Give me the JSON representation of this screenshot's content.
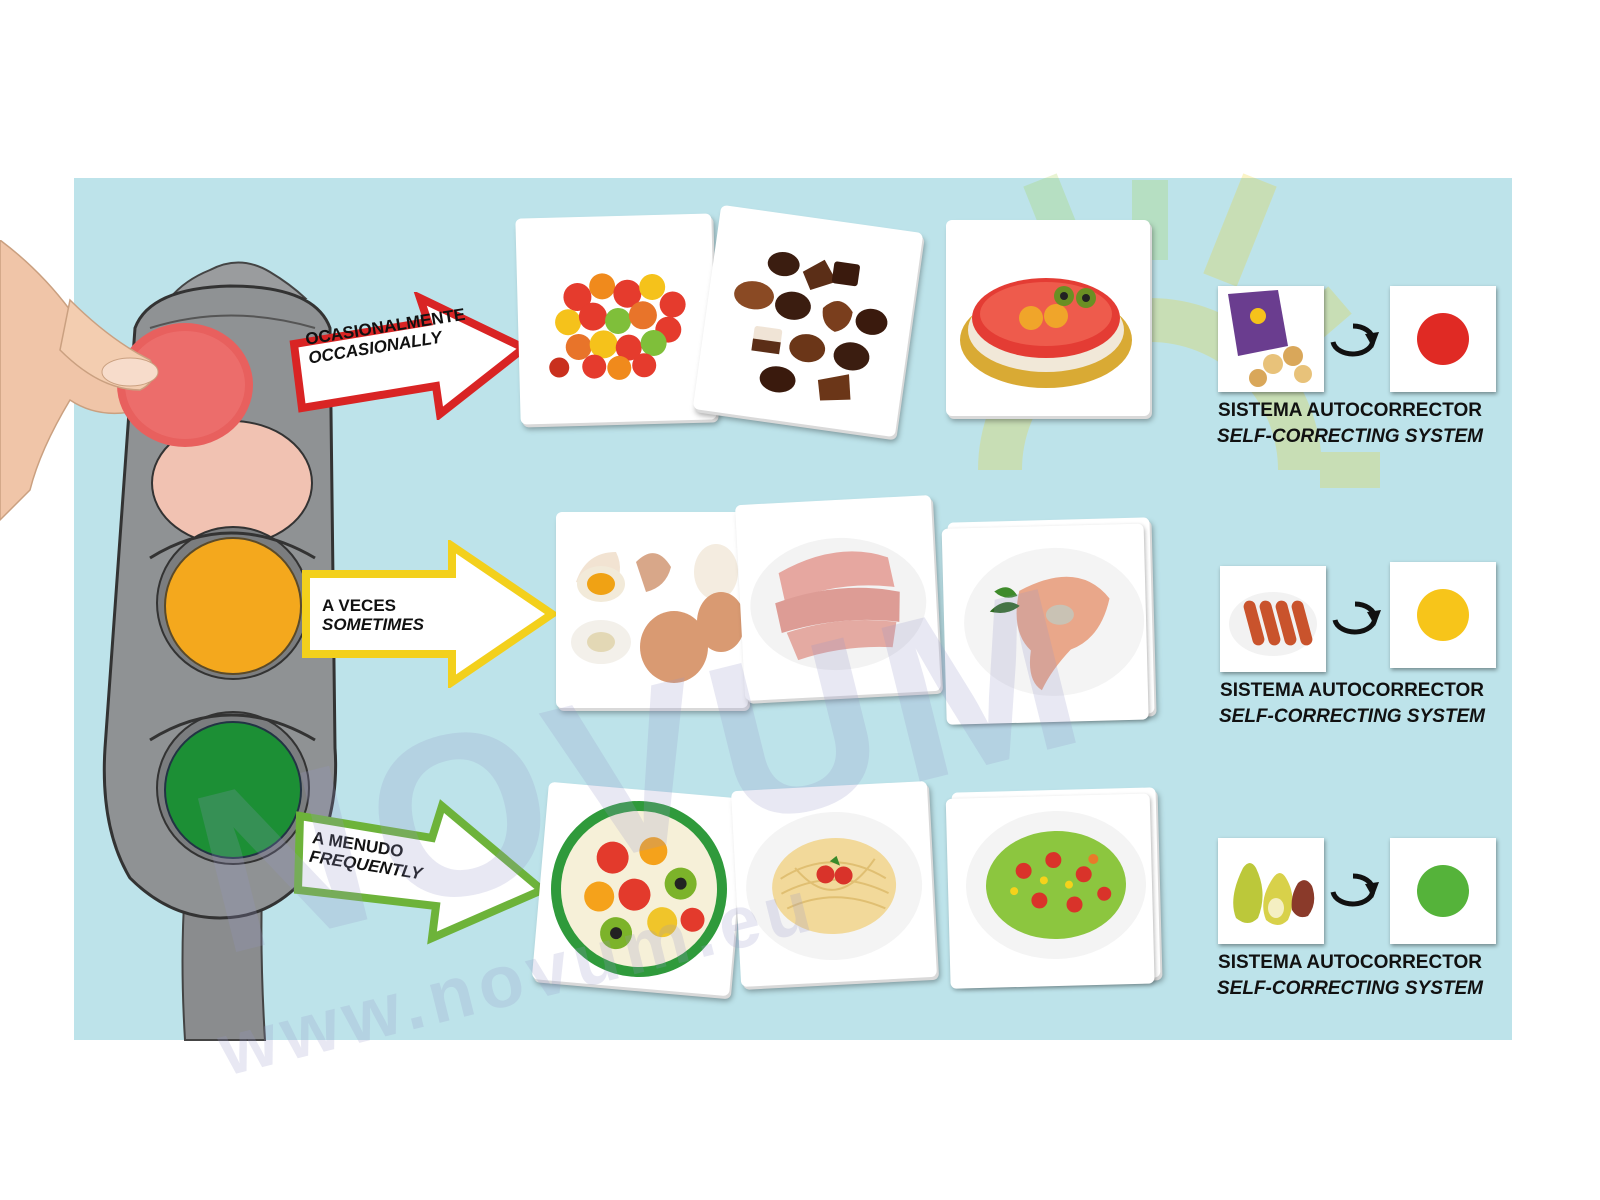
{
  "colors": {
    "board": "#bde3ea",
    "red": "#e02a24",
    "yellow": "#f7c51a",
    "green": "#55b33a",
    "arrow_red": "#d92424",
    "arrow_yellow": "#f3d01c",
    "arrow_green": "#6db33a",
    "traffic_light_body": "#8f9294"
  },
  "rows": [
    {
      "id": "occasionally",
      "label_es": "OCASIONALMENTE",
      "label_en": "OCCASIONALLY",
      "arrow_color": "#d92424",
      "light_color": "#e02a24",
      "foods": [
        "gummy-candies",
        "chocolates",
        "fruit-tart"
      ],
      "check_food": "chips-bag",
      "self_label_es": "SISTEMA AUTOCORRECTOR",
      "self_label_en": "SELF-CORRECTING SYSTEM"
    },
    {
      "id": "sometimes",
      "label_es": "A VECES",
      "label_en": "SOMETIMES",
      "arrow_color": "#f3d01c",
      "light_color": "#f7c51a",
      "foods": [
        "eggs",
        "ham",
        "salmon-steak"
      ],
      "check_food": "sausages",
      "self_label_es": "SISTEMA AUTOCORRECTOR",
      "self_label_en": "SELF-CORRECTING SYSTEM"
    },
    {
      "id": "frequently",
      "label_es": "A MENUDO",
      "label_en": "FREQUENTLY",
      "arrow_color": "#6db33a",
      "light_color": "#55b33a",
      "foods": [
        "fruit-salad",
        "spaghetti",
        "mixed-salad"
      ],
      "check_food": "pears",
      "self_label_es": "SISTEMA AUTOCORRECTOR",
      "self_label_en": "SELF-CORRECTING SYSTEM"
    }
  ],
  "watermark": {
    "brand": "NOVUM",
    "url": "www.novum.eu"
  }
}
